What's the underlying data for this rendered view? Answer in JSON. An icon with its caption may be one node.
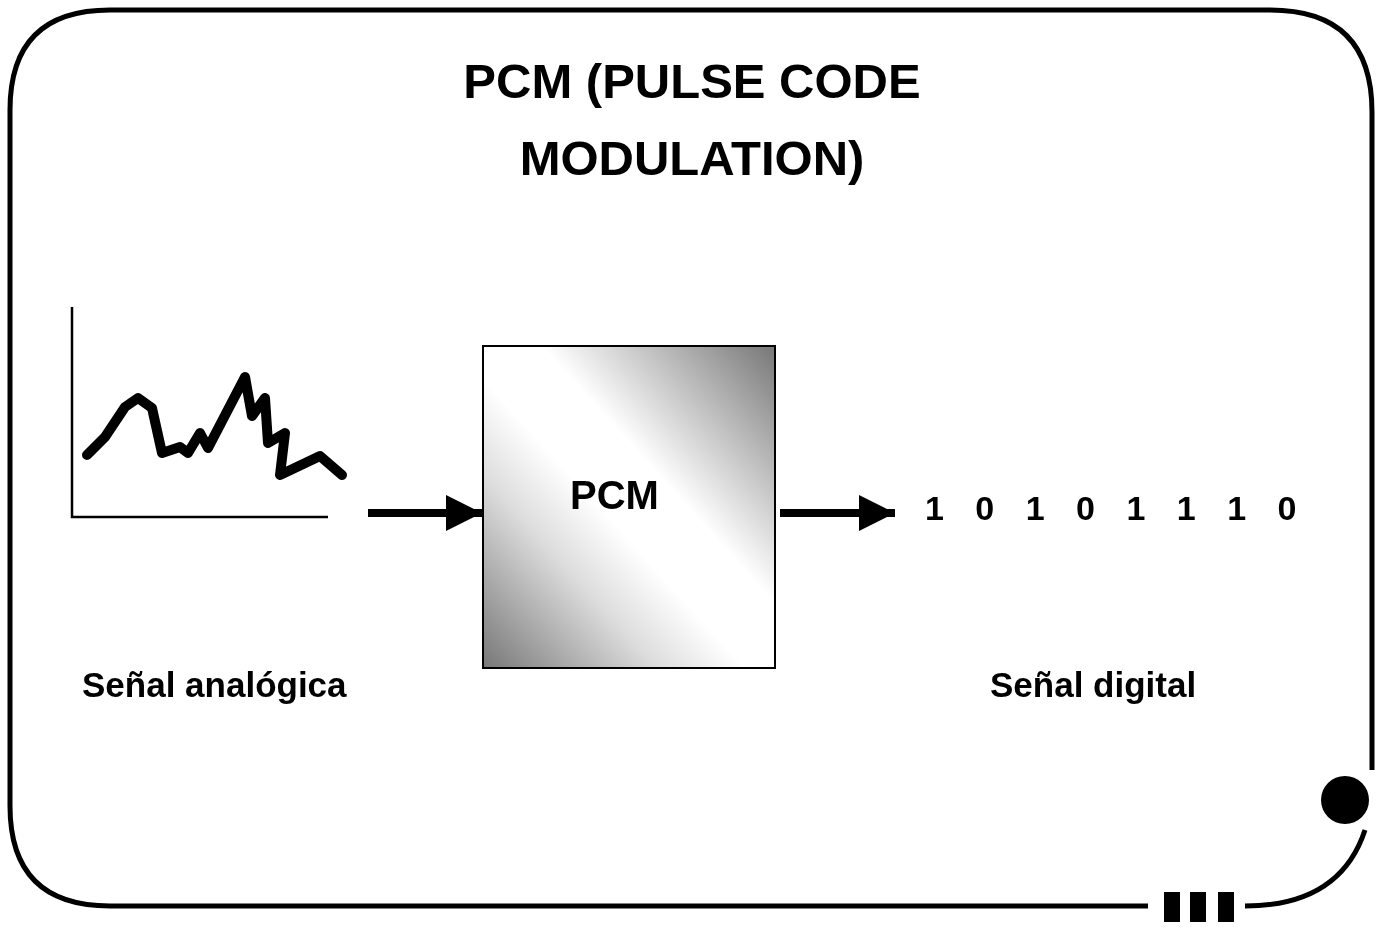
{
  "diagram": {
    "title": "PCM (PULSE CODE MODULATION)",
    "nodes": [
      {
        "text": [],
        "shape": "picture"
      },
      {
        "text": [
          "PCM"
        ]
      },
      {
        "text": [
          "1 0 1 0 1 1 1 0"
        ]
      }
    ],
    "labels": [
      "Señal analógica",
      "Señal digital"
    ],
    "edges": [
      {
        "from": 0,
        "to": 1,
        "arrow": "to"
      },
      {
        "from": 1,
        "to": 2,
        "arrow": "to"
      }
    ]
  }
}
